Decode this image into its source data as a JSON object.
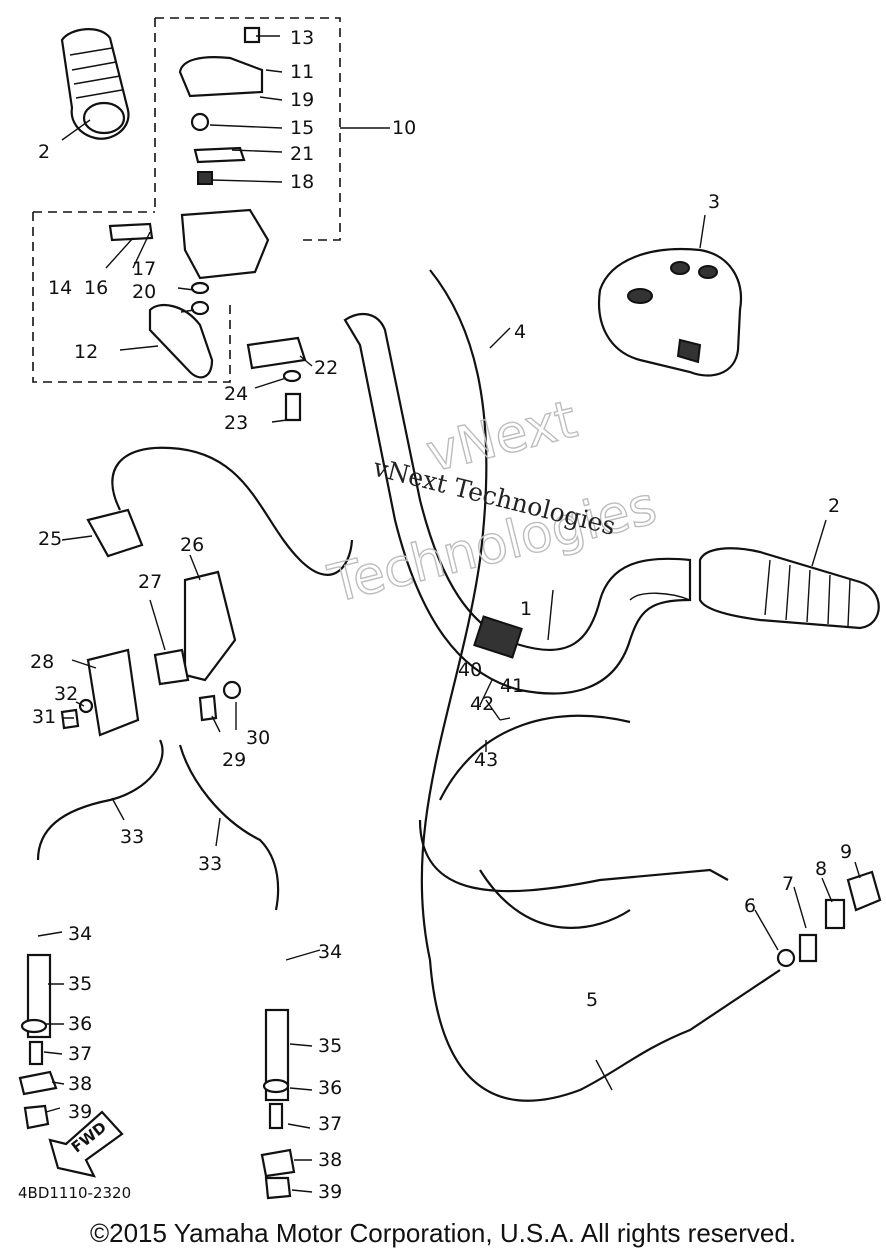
{
  "diagram": {
    "callouts": [
      "1",
      "2",
      "2",
      "3",
      "4",
      "5",
      "6",
      "7",
      "8",
      "9",
      "10",
      "11",
      "12",
      "13",
      "14",
      "15",
      "16",
      "17",
      "18",
      "19",
      "20",
      "21",
      "22",
      "23",
      "24",
      "25",
      "26",
      "27",
      "28",
      "29",
      "30",
      "31",
      "32",
      "33",
      "33",
      "34",
      "34",
      "35",
      "35",
      "36",
      "36",
      "37",
      "37",
      "38",
      "38",
      "39",
      "39",
      "40",
      "41",
      "42",
      "43"
    ],
    "watermark_outline": [
      "vNext",
      "Technologies"
    ],
    "watermark_serif": "vNext Technologies",
    "fwd_label": "FWD",
    "drawing_code": "4BD1110-2320"
  },
  "footer": {
    "copyright": "©2015 Yamaha Motor Corporation, U.S.A. All rights reserved."
  }
}
